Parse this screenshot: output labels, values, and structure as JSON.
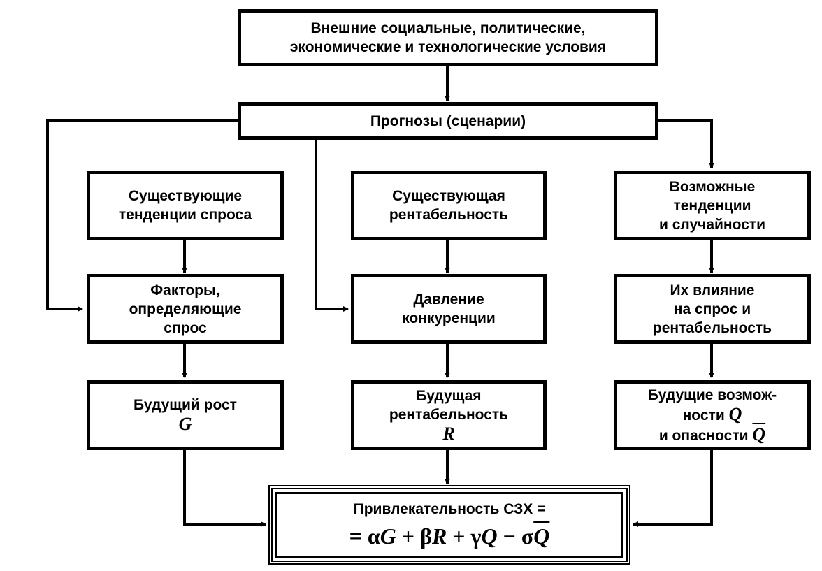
{
  "boxes": {
    "external": "Внешние социальные, политические,\nэкономические и технологические условия",
    "forecasts": "Прогнозы (сценарии)",
    "demand_trends": "Существующие\nтенденции спроса",
    "profitability": "Существующая\nрентабельность",
    "possible_trends": "Возможные\nтенденции\nи случайности",
    "demand_factors": "Факторы,\nопределяющие\nспрос",
    "competition": "Давление\nконкуренции",
    "influence": "Их влияние\nна спрос и\nрентабельность",
    "future_growth": "Будущий рост",
    "future_growth_sym": "G",
    "future_profit": "Будущая\nрентабельность",
    "future_profit_sym": "R",
    "opportunities_line1": "Будущие возмож-",
    "opportunities_line2": "ности",
    "opportunities_sym_q": "Q",
    "opportunities_line3": "и опасности",
    "opportunities_sym_qbar": "Q"
  },
  "final": {
    "title": "Привлекательность СЗХ =",
    "formula": {
      "eq": "= ",
      "a": "α",
      "g": "G",
      "plus1": " + ",
      "b": "β",
      "r": "R",
      "plus2": " + ",
      "c": "γ",
      "q": "Q",
      "minus": " − ",
      "d": "σ",
      "qbar": "Q"
    }
  }
}
